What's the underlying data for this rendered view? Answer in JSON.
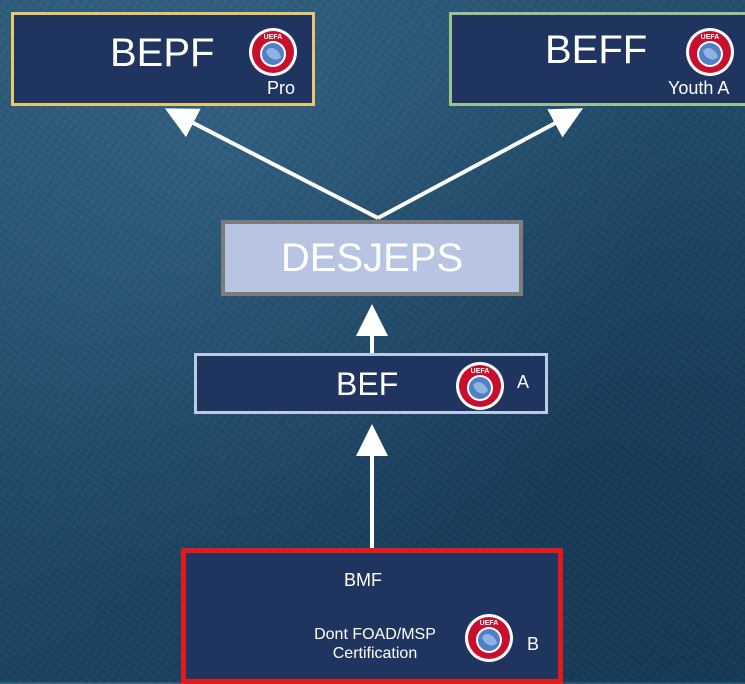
{
  "nodes": {
    "bepf": {
      "title": "BEPF",
      "level": "Pro"
    },
    "beff": {
      "title": "BEFF",
      "level": "Youth A"
    },
    "desjeps": {
      "title": "DESJEPS"
    },
    "bef": {
      "title": "BEF",
      "level": "A"
    },
    "bmf": {
      "title": "BMF",
      "note": "Dont FOAD/MSP Certification",
      "level": "B"
    }
  },
  "logo_text": "UEFA",
  "colors": {
    "box_fill": "#1f3560",
    "desjeps_fill": "#b7c5e2",
    "bepf_border": "#e7c86a",
    "beff_border": "#9cc38d",
    "bef_border": "#b9cbe8",
    "bmf_border": "#e11b1b",
    "logo_ring": "#c8102e"
  }
}
